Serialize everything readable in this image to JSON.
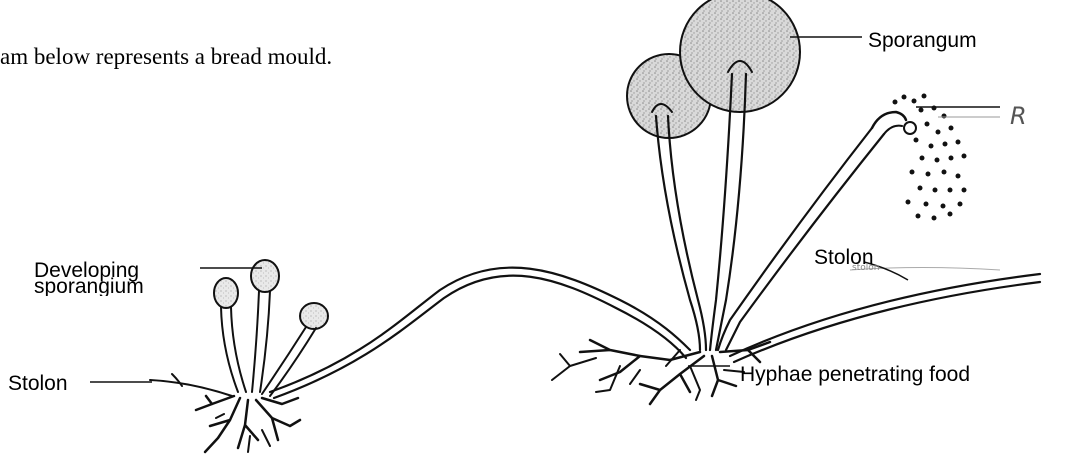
{
  "intro_text": "am below represents a bread mould.",
  "labels": {
    "sporangium": "Sporangum",
    "r": "R",
    "stolon_right": "Stolon",
    "stolon_tiny": "stolon",
    "developing_line1": "Developing",
    "developing_line2": "sporangium",
    "stolon_left": "Stolon",
    "hyphae": "Hyphae penetrating food"
  }
}
